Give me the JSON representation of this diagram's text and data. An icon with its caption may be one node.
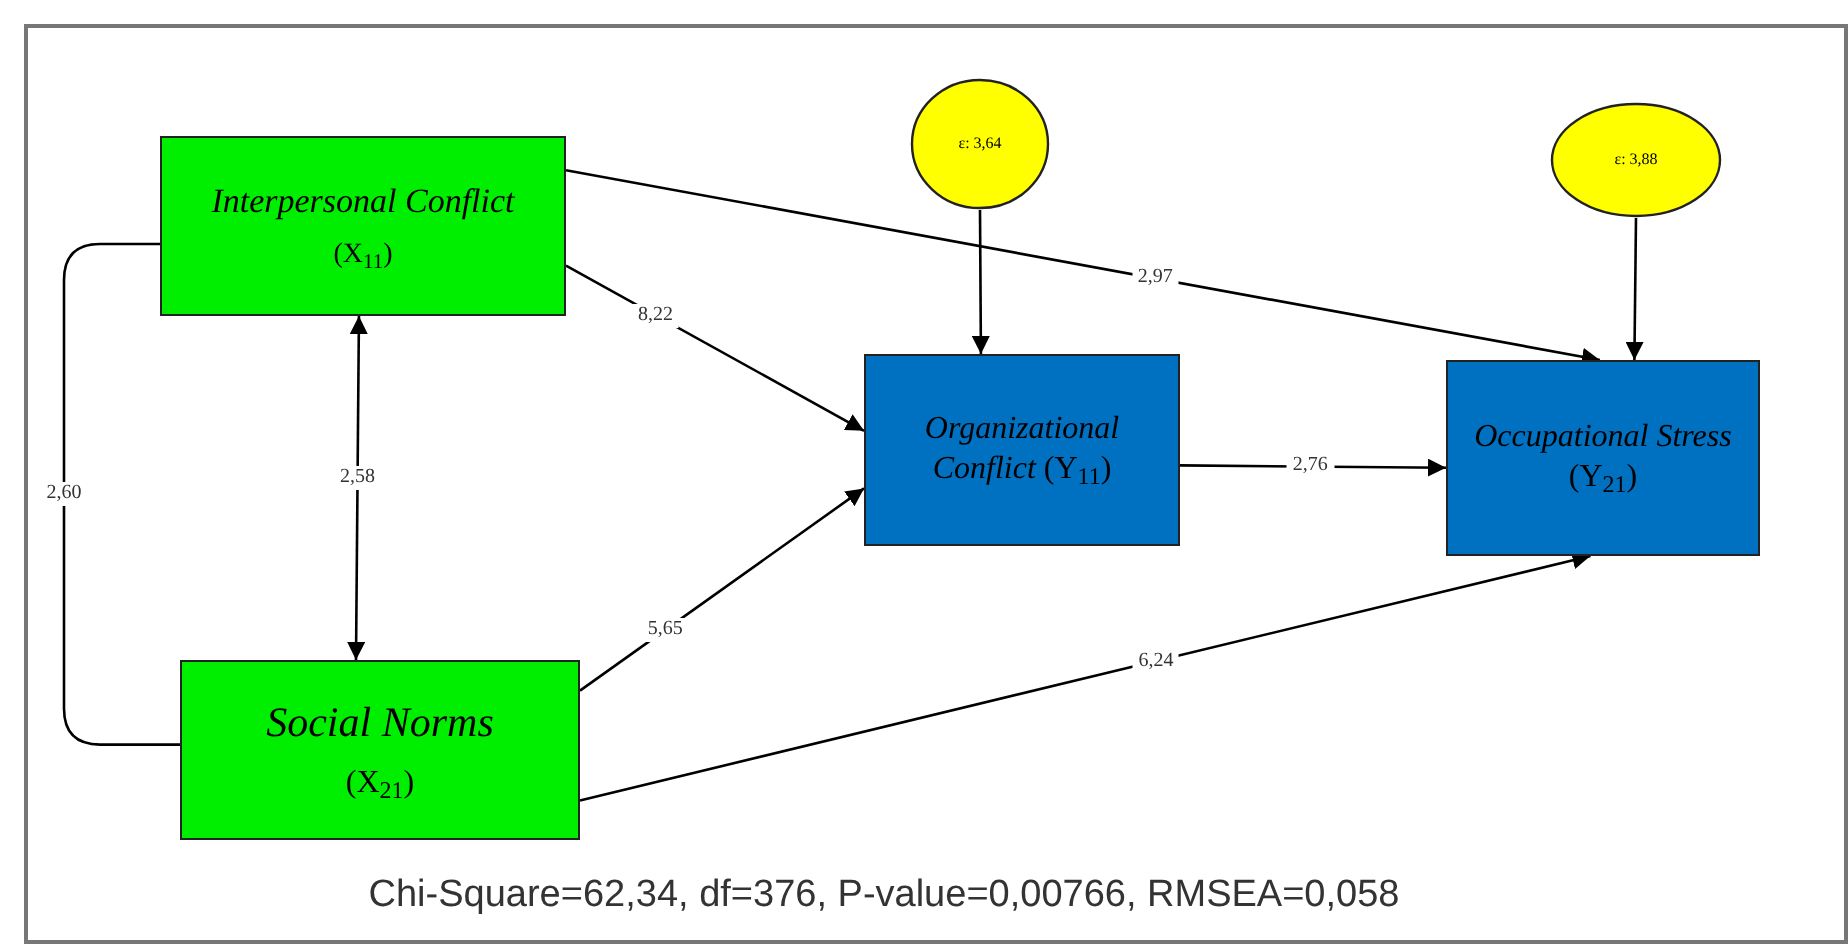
{
  "diagram": {
    "caption": "Chi-Square=62,34, df=376, P-value=0,00766, RMSEA=0,058",
    "nodes": [
      {
        "text": [
          "Interpersonal Conflict",
          "(X$_{11}$)"
        ]
      },
      {
        "text": [
          "Social Norms",
          "(X$_{21}$)"
        ]
      },
      {
        "text": [
          "ε: 3,64"
        ]
      },
      {
        "text": [
          "*Organizational Conflict* (Y$_{11}$)"
        ]
      },
      {
        "text": [
          "ε: 3,88"
        ]
      },
      {
        "text": [
          "*Occupational Stress* (Y$_{21}$)"
        ]
      }
    ],
    "edges": [
      {
        "from": 0,
        "to": 3,
        "arrow": "to",
        "label": "8,22"
      },
      {
        "from": 0,
        "to": 5,
        "arrow": "to",
        "label": "2,97"
      },
      {
        "from": 0,
        "to": 1,
        "arrow": "both",
        "label": "2,58"
      },
      {
        "from": 0,
        "to": 1,
        "arrow": "none",
        "label": "2,60"
      },
      {
        "from": 1,
        "to": 3,
        "arrow": "to",
        "label": "5,65"
      },
      {
        "from": 1,
        "to": 5,
        "arrow": "to",
        "label": "6,24"
      },
      {
        "from": 2,
        "to": 3,
        "arrow": "to"
      },
      {
        "from": 4,
        "to": 5,
        "arrow": "to"
      },
      {
        "from": 3,
        "to": 5,
        "arrow": "to",
        "label": "2,76"
      }
    ]
  }
}
